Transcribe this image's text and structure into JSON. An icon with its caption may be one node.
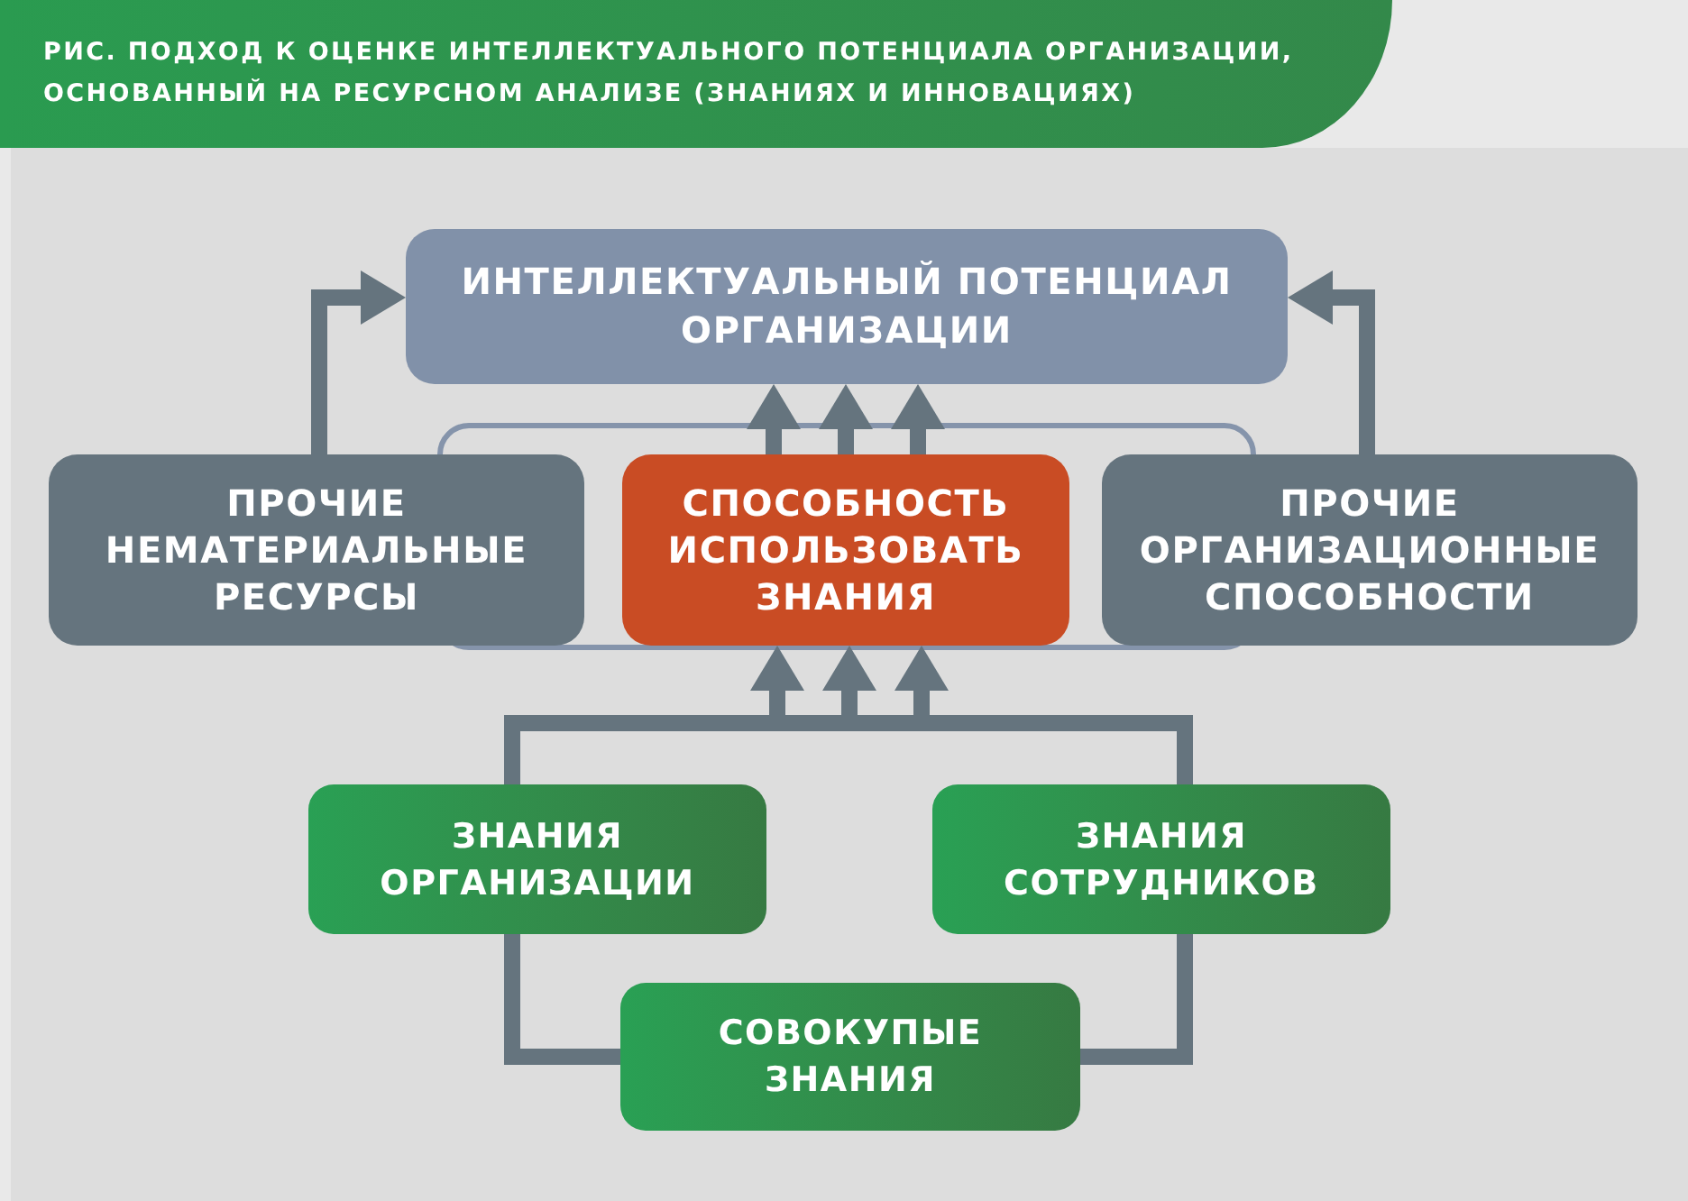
{
  "diagram": {
    "title": "РИС. ПОДХОД К ОЦЕНКЕ ИНТЕЛЛЕКТУАЛЬНОГО ПОТЕНЦИАЛА ОРГАНИЗАЦИИ, ОСНОВАННЫЙ НА РЕСУРСНОМ АНАЛИЗЕ (ЗНАНИЯХ И ИННОВАЦИЯХ)",
    "nodes": [
      {
        "text": [
          "ИНТЕЛЛЕКТУАЛЬНЫЙ ПОТЕНЦИАЛ ОРГАНИЗАЦИИ"
        ]
      },
      {
        "text": [
          "ПРОЧИЕ НЕМАТЕРИАЛЬНЫЕ РЕСУРСЫ"
        ]
      },
      {
        "text": [
          "СПОСОБНОСТЬ ИСПОЛЬЗОВАТЬ ЗНАНИЯ"
        ]
      },
      {
        "text": [
          "ПРОЧИЕ ОРГАНИЗАЦИОННЫЕ СПОСОБНОСТИ"
        ]
      },
      {
        "text": [
          "ЗНАНИЯ ОРГАНИЗАЦИИ"
        ]
      },
      {
        "text": [
          "ЗНАНИЯ СОТРУДНИКОВ"
        ]
      },
      {
        "text": [
          "СОВОКУПЫЕ ЗНАНИЯ"
        ]
      }
    ],
    "edges": [
      {
        "from": 1,
        "to": 0,
        "arrow": "to"
      },
      {
        "from": 3,
        "to": 0,
        "arrow": "to"
      },
      {
        "from": 2,
        "to": 0,
        "arrow": "to"
      },
      {
        "from": 2,
        "to": 0,
        "arrow": "to"
      },
      {
        "from": 2,
        "to": 0,
        "arrow": "to"
      },
      {
        "from": 4,
        "to": 2,
        "arrow": "to"
      },
      {
        "from": 5,
        "to": 2,
        "arrow": "to"
      },
      {
        "from": 6,
        "to": 4,
        "arrow": "none"
      },
      {
        "from": 6,
        "to": 5,
        "arrow": "none"
      }
    ]
  }
}
